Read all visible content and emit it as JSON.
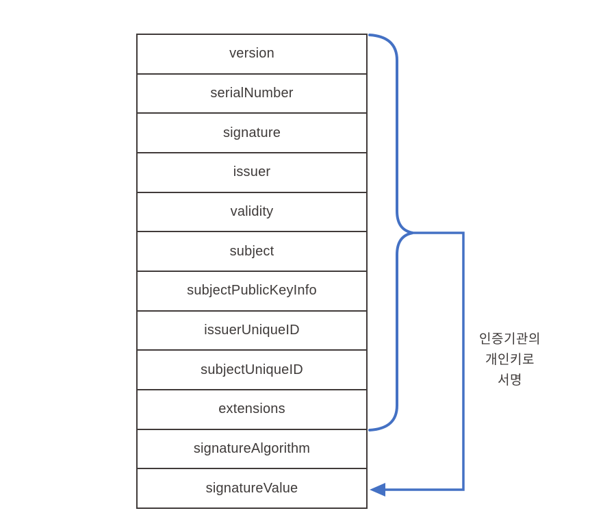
{
  "diagram": {
    "fields": [
      "version",
      "serialNumber",
      "signature",
      "issuer",
      "validity",
      "subject",
      "subjectPublicKeyInfo",
      "issuerUniqueID",
      "subjectUniqueID",
      "extensions",
      "signatureAlgorithm",
      "signatureValue"
    ],
    "annotation": {
      "lines": [
        "인증기관의",
        "개인키로",
        "서명"
      ]
    },
    "brace_span": {
      "from_field": "version",
      "to_field": "extensions"
    },
    "arrow_target_field": "signatureValue",
    "colors": {
      "accent_blue": "#4471c4",
      "border_dark": "#403a39",
      "text_dark": "#3e3a39",
      "background": "#ffffff"
    }
  }
}
